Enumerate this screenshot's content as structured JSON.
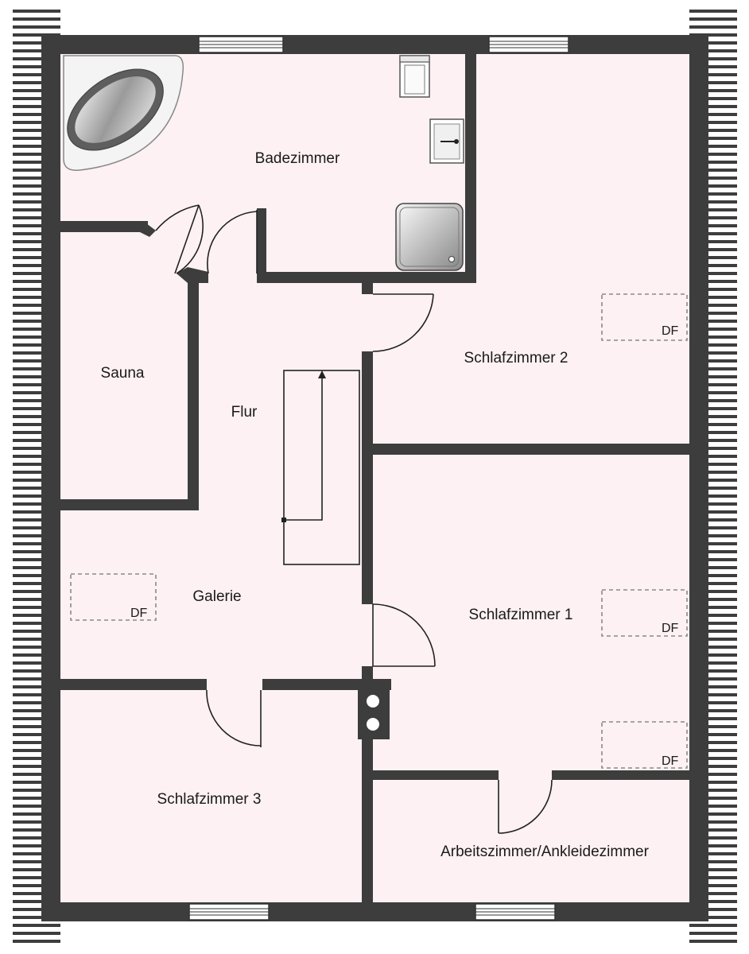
{
  "rooms": {
    "badezimmer": "Badezimmer",
    "sauna": "Sauna",
    "flur": "Flur",
    "galerie": "Galerie",
    "schlafzimmer2": "Schlafzimmer 2",
    "schlafzimmer1": "Schlafzimmer 1",
    "schlafzimmer3": "Schlafzimmer 3",
    "arbeitszimmer": "Arbeitszimmer/Ankleidezimmer"
  },
  "skylight_label": "DF",
  "colors": {
    "floor": "#fdf1f3",
    "wall": "#3d3d3d",
    "roof_stripe": "#3d3d3d",
    "window": "#ffffff"
  }
}
